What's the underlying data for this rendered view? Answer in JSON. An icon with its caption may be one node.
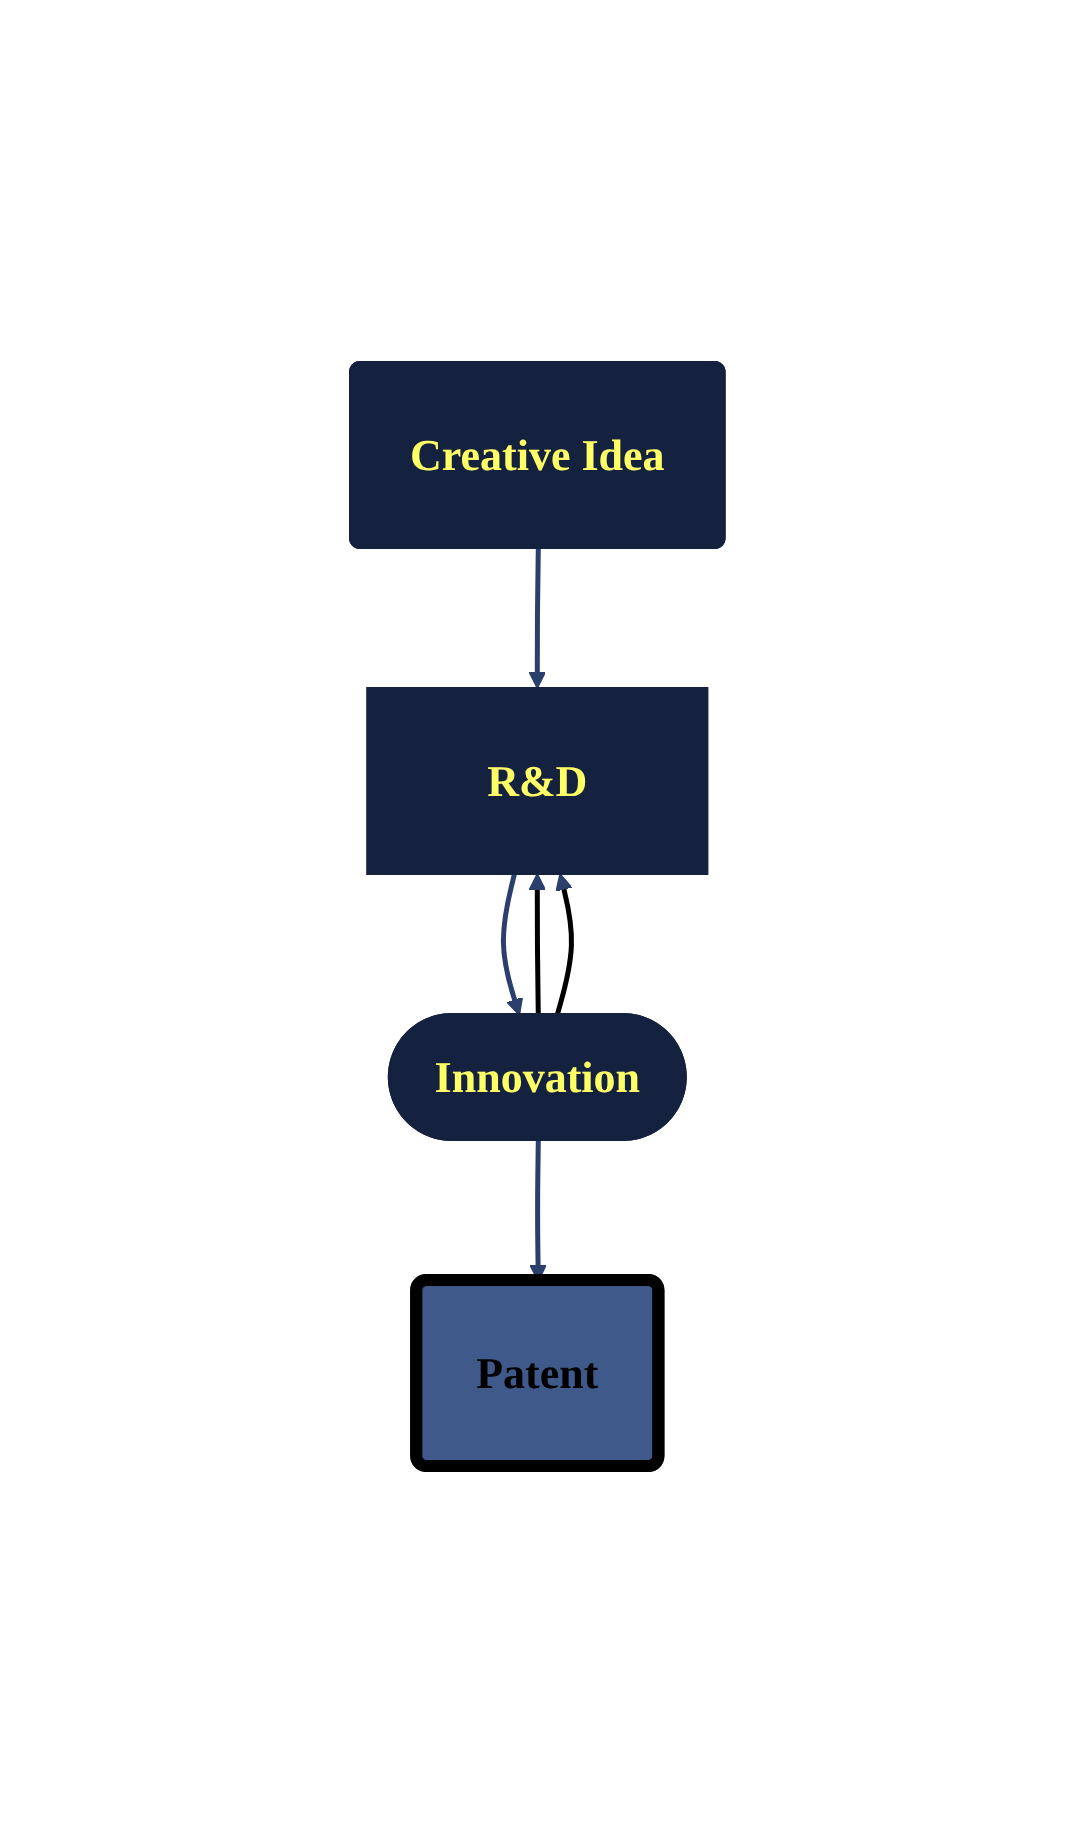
{
  "diagram": {
    "nodes": [
      {
        "text": [
          "Creative Idea"
        ]
      },
      {
        "text": [
          "R&D"
        ]
      },
      {
        "text": [
          "Innovation"
        ]
      },
      {
        "text": [
          "Patent"
        ]
      }
    ],
    "edges": [
      {
        "from": 0,
        "to": 1,
        "arrow": "to"
      },
      {
        "from": 1,
        "to": 2,
        "arrow": "to"
      },
      {
        "from": 2,
        "to": 3,
        "arrow": "to"
      },
      {
        "from": 2,
        "to": 1,
        "arrow": "to",
        "color": "#000000"
      },
      {
        "from": 2,
        "to": 1,
        "arrow": "to",
        "color": "#000000"
      }
    ]
  }
}
